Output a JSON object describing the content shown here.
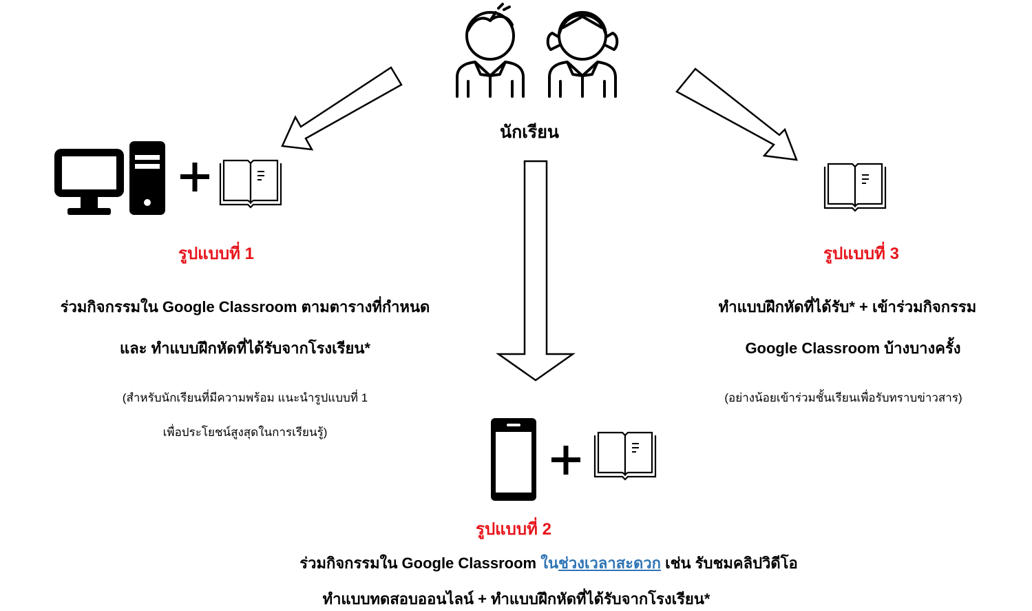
{
  "center": {
    "students_label": "นักเรียน"
  },
  "mode1": {
    "title": "รูปแบบที่ 1",
    "desc_line1": "ร่วมกิจกรรมใน Google Classroom ตามตารางที่กำหนด",
    "desc_line2": "และ  ทำแบบฝึกหัดที่ได้รับจากโรงเรียน*",
    "note_line1": "(สำหรับนักเรียนที่มีความพร้อม แนะนำรูปแบบที่ 1",
    "note_line2": "เพื่อประโยชน์สูงสุดในการเรียนรู้)"
  },
  "mode2": {
    "title": "รูปแบบที่ 2",
    "desc_line1_pre": "ร่วมกิจกรรมใน Google Classroom ",
    "desc_line1_link_plain": "ใน",
    "desc_line1_link_underlined": "ช่วงเวลาสะดวก",
    "desc_line1_post": " เช่น รับชมคลิปวิดีโอ",
    "desc_line2": "ทำแบบทดสอบออนไลน์ + ทำแบบฝึกหัดที่ได้รับจากโรงเรียน*"
  },
  "mode3": {
    "title": "รูปแบบที่ 3",
    "desc_line1": "ทำแบบฝึกหัดที่ได้รับ* + เข้าร่วมกิจกรรม",
    "desc_line2": "Google Classroom บ้างบางครั้ง",
    "note_line1": "(อย่างน้อยเข้าร่วมชั้นเรียนเพื่อรับทราบข่าวสาร)"
  },
  "icons": {
    "students": [
      "boy-icon",
      "girl-icon"
    ],
    "mode1": [
      "desktop-computer-icon",
      "plus-icon",
      "book-icon"
    ],
    "mode2": [
      "smartphone-icon",
      "plus-icon",
      "book-icon"
    ],
    "mode3": [
      "book-icon"
    ]
  },
  "colors": {
    "accent_red": "#e8141b",
    "link_blue": "#2e74b5"
  }
}
